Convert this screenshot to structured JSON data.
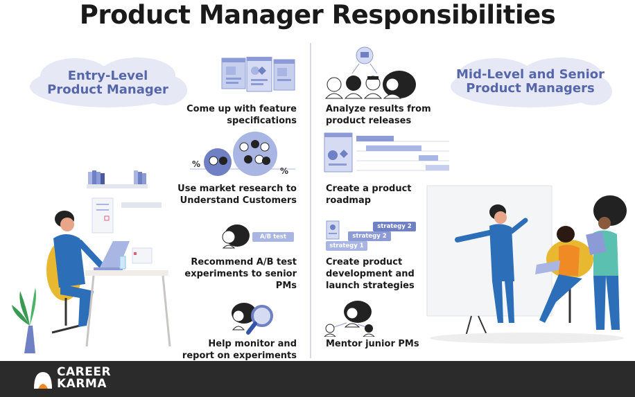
{
  "title": "Product Manager Responsibilities",
  "left_column": {
    "heading": [
      "Entry-Level",
      "Product Manager"
    ],
    "items": [
      {
        "lines": [
          "Come up with feature",
          "specifications"
        ]
      },
      {
        "lines": [
          "Use market research to",
          "Understand Customers"
        ]
      },
      {
        "lines": [
          "Recommend A/B test",
          "experiments to senior",
          "PMs"
        ]
      },
      {
        "lines": [
          "Help monitor and",
          "report on experiments"
        ]
      }
    ]
  },
  "right_column": {
    "heading": [
      "Mid-Level and Senior",
      "Product Managers"
    ],
    "items": [
      {
        "lines": [
          "Analyze results from",
          "product releases"
        ]
      },
      {
        "lines": [
          "Create a product",
          "roadmap"
        ]
      },
      {
        "lines": [
          "Create product",
          "development and",
          "launch strategies"
        ]
      },
      {
        "lines": [
          "Mentor junior PMs"
        ]
      }
    ]
  },
  "tags": {
    "ab_test": "A/B test",
    "strategy_1": "strategy 1",
    "strategy_2a": "strategy 2",
    "strategy_2b": "strategy 2",
    "percent_left": "%",
    "percent_right": "%"
  },
  "footer": {
    "brand_line1": "CAREER",
    "brand_line2": "KARMA"
  },
  "colors": {
    "accent": "#5566aa",
    "cloud": "#e6e9f5",
    "tile": "#a9b6e3",
    "tile_dark": "#6f80c4",
    "blue_suit": "#2c6fb8",
    "footer": "#2b2b2b",
    "orange": "#f08a24"
  }
}
